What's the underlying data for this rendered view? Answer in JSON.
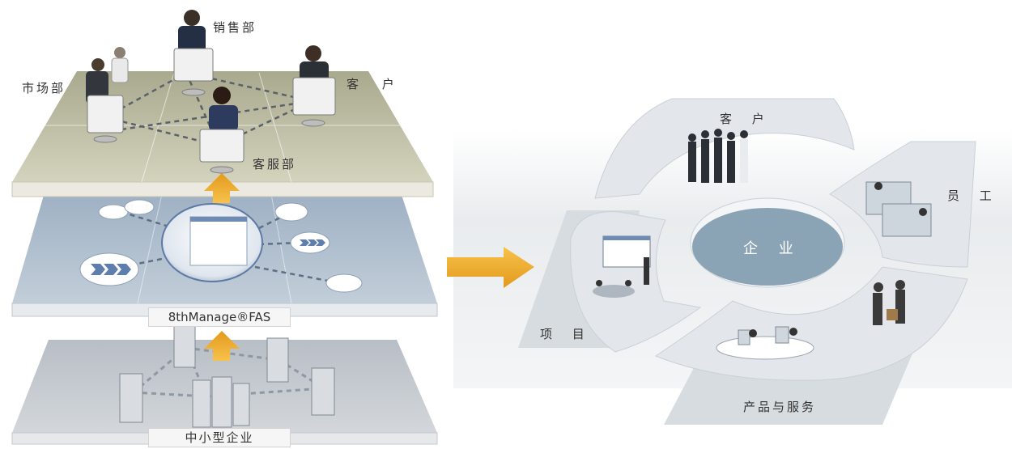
{
  "left_stack": {
    "top_layer": {
      "departments": {
        "sales": "销售部",
        "marketing": "市场部",
        "customer": "客 户",
        "service": "客服部"
      }
    },
    "middle_layer": {
      "label": "8thManage®FAS"
    },
    "bottom_layer": {
      "label": "中小型企业"
    }
  },
  "right_ring": {
    "center": "企 业",
    "segments": {
      "customer": "客 户",
      "employee": "员 工",
      "project": "项 目",
      "products": "产品与服务"
    }
  },
  "colors": {
    "top_layer": "#c8c7ae",
    "middle_layer": "#aebdcc",
    "bottom_layer": "#c7cbd0",
    "arrow": "#f2b133",
    "ring": "#dfe4e9",
    "center": "#8ba4b5"
  },
  "icons": {
    "flow_arrow": "right-arrow-icon",
    "stack_arrow": "up-arrow-icon"
  }
}
